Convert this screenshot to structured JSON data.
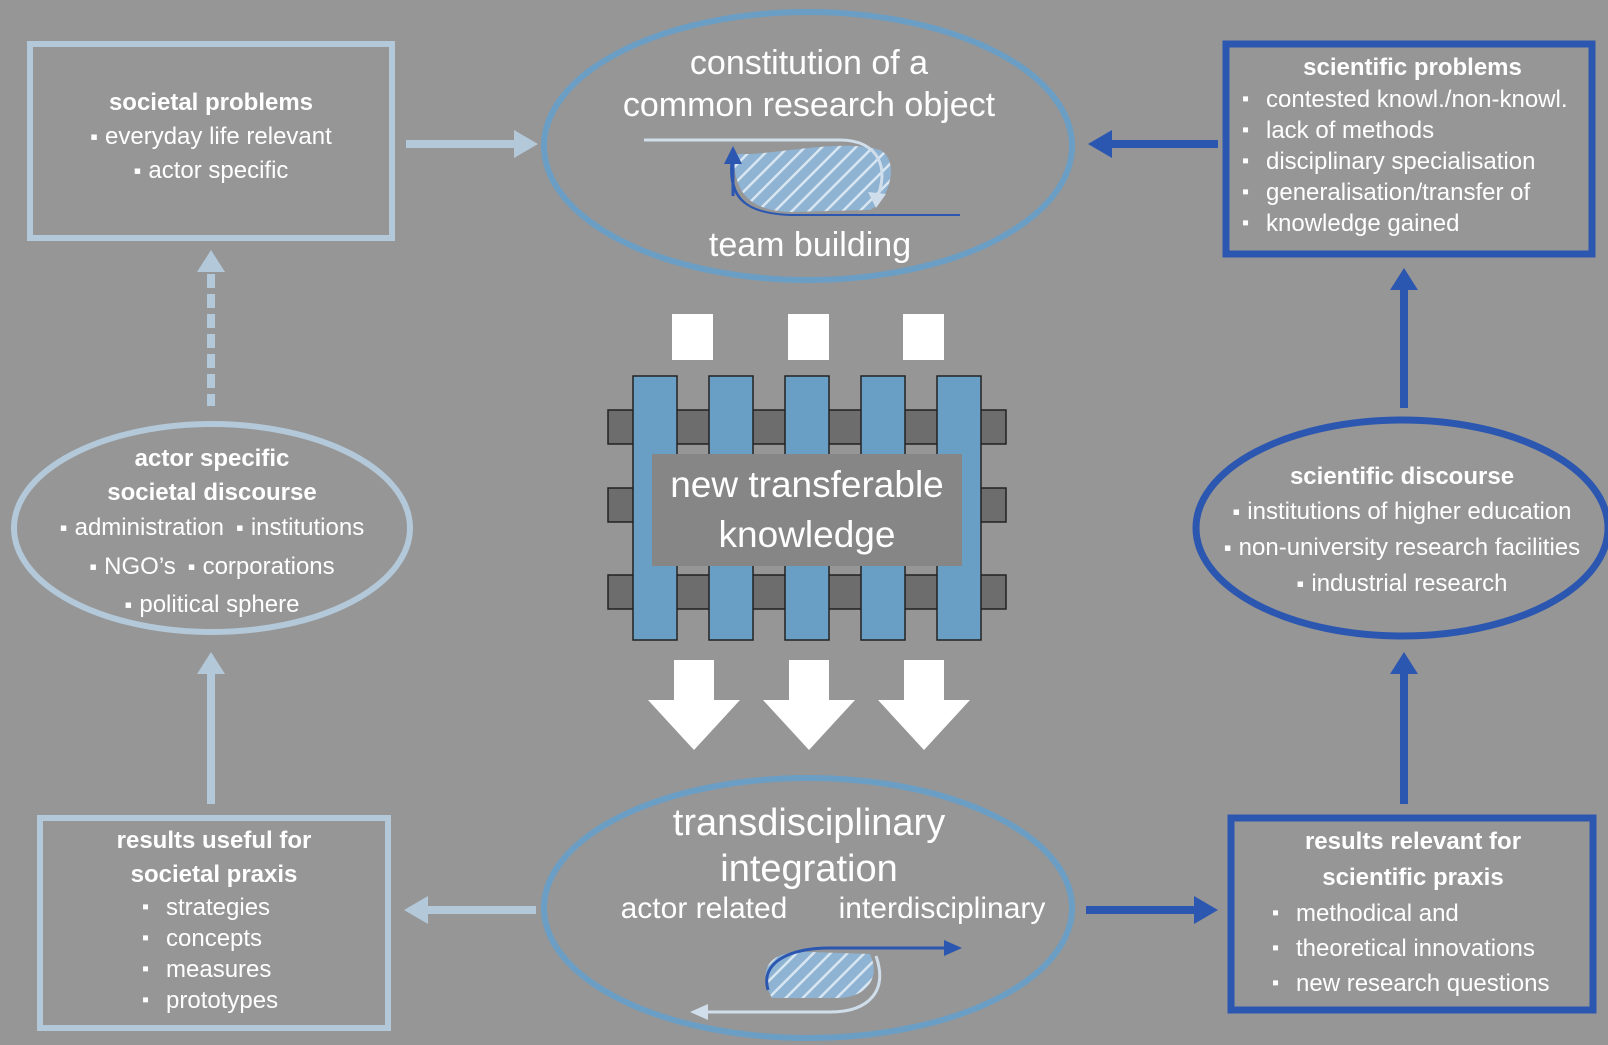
{
  "colors": {
    "background": "#969696",
    "pale_blue": "#b3c8d9",
    "mid_blue": "#6b9ec5",
    "dark_blue": "#2c57b0",
    "bar_fill": "#6a9fc5",
    "crossbar_fill": "#6d6d6d"
  },
  "societal_problems": {
    "title": "societal problems",
    "items": [
      "everyday life relevant",
      "actor specific"
    ]
  },
  "research_object": {
    "title_line1": "constitution of a",
    "title_line2": "common research object",
    "subtitle": "team building"
  },
  "scientific_problems": {
    "title": "scientific problems",
    "items": [
      "contested knowl./non-knowl.",
      "lack of methods",
      "disciplinary specialisation",
      "generalisation/transfer of",
      "knowledge gained"
    ]
  },
  "societal_discourse": {
    "title_line1": "actor specific",
    "title_line2": "societal discourse",
    "row1": [
      "administration",
      "institutions"
    ],
    "row2": [
      "NGO’s",
      "corporations"
    ],
    "row3": [
      "political sphere"
    ]
  },
  "knowledge": {
    "line1": "new transferable",
    "line2": "knowledge"
  },
  "scientific_discourse": {
    "title": "scientific discourse",
    "items": [
      "institutions of higher education",
      "non-university research facilities",
      "industrial research"
    ]
  },
  "societal_results": {
    "title_line1": "results useful for",
    "title_line2": "societal praxis",
    "items": [
      "strategies",
      "concepts",
      "measures",
      "prototypes"
    ]
  },
  "integration": {
    "title_line1": "transdisciplinary",
    "title_line2": "integration",
    "left_label": "actor related",
    "right_label": "interdisciplinary"
  },
  "scientific_results": {
    "title_line1": "results relevant for",
    "title_line2": "scientific praxis",
    "items": [
      "methodical and",
      "theoretical innovations",
      "new research questions"
    ]
  }
}
